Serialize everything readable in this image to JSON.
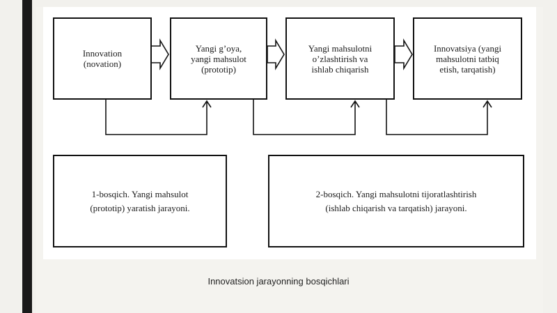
{
  "diagram": {
    "steps": [
      {
        "id": "step-1",
        "text": "Innovation\n(novation)"
      },
      {
        "id": "step-2",
        "text": "Yangi g’oya,\nyangi mahsulot\n(prototip)"
      },
      {
        "id": "step-3",
        "text": "Yangi mahsulotni\no’zlashtirish va\nishlab chiqarish"
      },
      {
        "id": "step-4",
        "text": "Innovatsiya (yangi\nmahsulotni tatbiq\netish, tarqatish)"
      }
    ],
    "stages": [
      {
        "id": "stage-1",
        "text": "1-bosqich. Yangi mahsulot\n(prototip) yaratish jarayoni."
      },
      {
        "id": "stage-2",
        "text": "2-bosqich. Yangi mahsulotni tijoratlashtirish\n(ishlab chiqarish va tarqatish) jarayoni."
      }
    ]
  },
  "caption": "Innovatsion jarayonning bosqichlari"
}
